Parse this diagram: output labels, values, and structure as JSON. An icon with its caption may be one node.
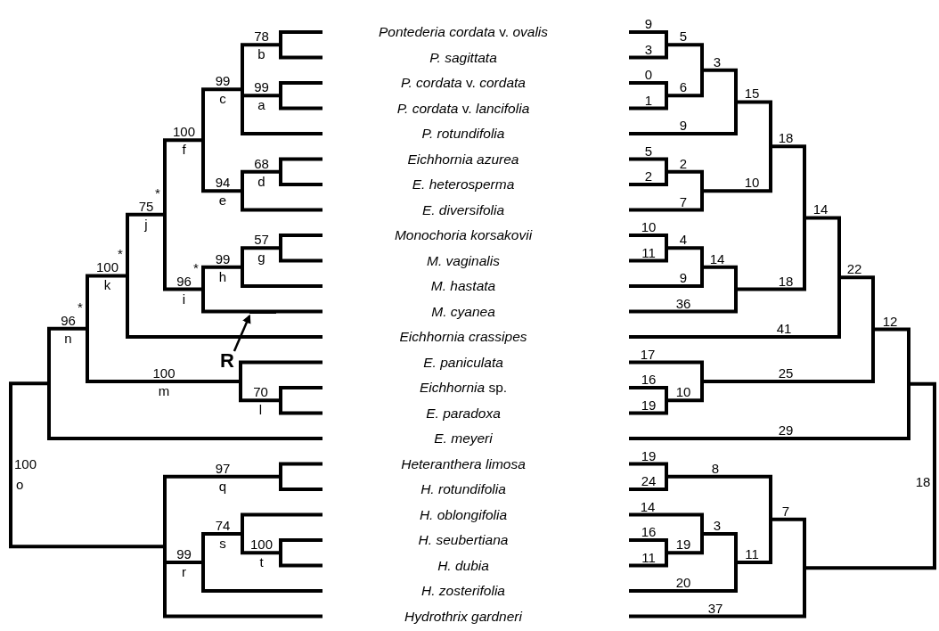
{
  "diagram": {
    "nodes": [
      {
        "text": [
          "R"
        ]
      },
      {
        "text": [],
        "shape": "bar"
      }
    ],
    "edges": [
      {
        "from": 0,
        "to": 1,
        "arrow": "to"
      }
    ],
    "labels": [
      "*Pontederia cordata* v. *ovalis*",
      "*P. sagittata*",
      "*P. cordata* v. *cordata*",
      "*P. cordata* v. *lancifolia*",
      "*P. rotundifolia*",
      "*Eichhornia azurea*",
      "*E. heterosperma*",
      "*E. diversifolia*",
      "*Monochoria korsakovii*",
      "*M. vaginalis*",
      "*M. hastata*",
      "*M. cyanea*",
      "*Eichhornia crassipes*",
      "*E.  paniculata*",
      "*Eichhornia* sp.",
      "*E. paradoxa*",
      "*E. meyeri*",
      "*Heteranthera limosa*",
      "*H. rotundifolia*",
      "*H. oblongifolia*",
      "*H. seubertiana*",
      "*H. dubia*",
      "*H. zosterifolia*",
      "*Hydrothrix gardneri*",
      "78",
      "b",
      "99",
      "c",
      "99",
      "a",
      "100",
      "f",
      "68",
      "d",
      "94",
      "e",
      "*",
      "75",
      "j",
      "57",
      "g",
      "99",
      "h",
      "*",
      "96",
      "i",
      "*",
      "100",
      "k",
      "*",
      "96",
      "n",
      "100",
      "m",
      "70",
      "l",
      "100",
      "o",
      "97",
      "q",
      "74",
      "s",
      "100",
      "t",
      "99",
      "r",
      "9",
      "5",
      "3",
      "3",
      "0",
      "6",
      "1",
      "15",
      "9",
      "18",
      "5",
      "2",
      "2",
      "10",
      "7",
      "14",
      "10",
      "4",
      "11",
      "14",
      "9",
      "22",
      "18",
      "36",
      "12",
      "41",
      "17",
      "25",
      "16",
      "10",
      "19",
      "29",
      "19",
      "8",
      "24",
      "18",
      "14",
      "7",
      "3",
      "16",
      "19",
      "11",
      "11",
      "20",
      "37"
    ]
  }
}
